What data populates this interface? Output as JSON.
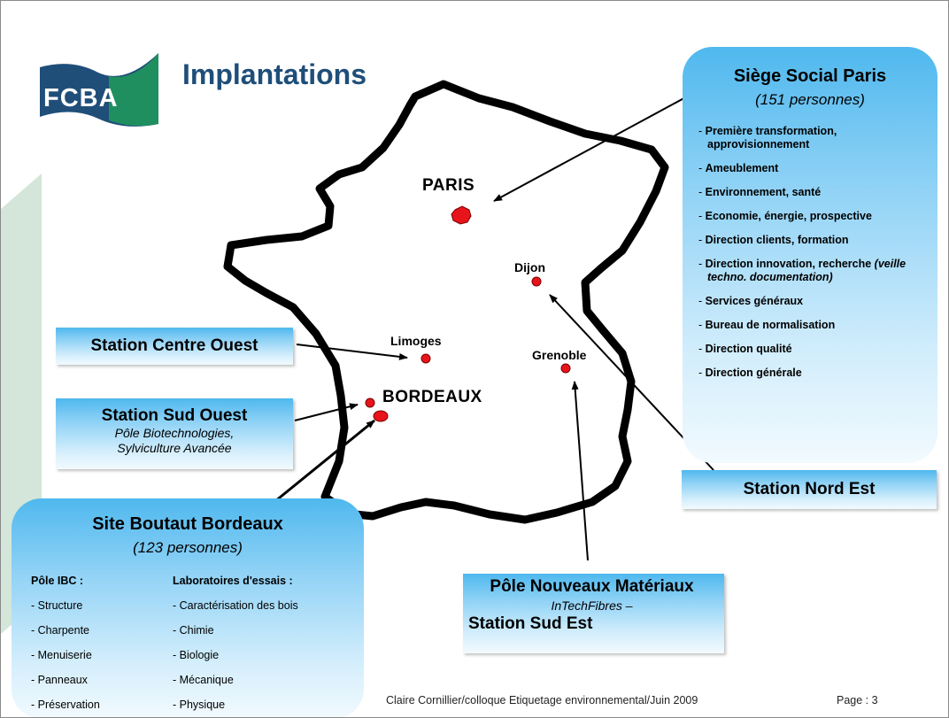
{
  "logo": {
    "text": "FCBA",
    "colors": {
      "green": "#1f8f5f",
      "blue": "#1f4e79",
      "light_green": "#cfe3d5"
    }
  },
  "title": "Implantations",
  "cities": {
    "paris": "PARIS",
    "dijon": "Dijon",
    "limoges": "Limoges",
    "grenoble": "Grenoble",
    "bordeaux": "BORDEAUX"
  },
  "siege_paris": {
    "title": "Siège Social Paris",
    "subtitle": "(151 personnes)",
    "items": [
      "Première transformation, approvisionnement",
      "Ameublement",
      "Environnement, santé",
      "Economie, énergie, prospective",
      "Direction clients, formation",
      "Direction innovation, recherche",
      "Services généraux",
      "Bureau de normalisation",
      "Direction qualité",
      "Direction générale"
    ],
    "item_italic_suffix": "(veille techno. documentation)"
  },
  "station_nord_est": {
    "label": "Station Nord Est"
  },
  "station_centre_ouest": {
    "label": "Station Centre Ouest"
  },
  "station_sud_ouest": {
    "label": "Station Sud Ouest",
    "sub_1": "Pôle Biotechnologies,",
    "sub_2": "Sylviculture Avancée"
  },
  "site_boutaut": {
    "title": "Site Boutaut Bordeaux",
    "subtitle": "(123 personnes)",
    "pole_ibc": {
      "heading": "Pôle IBC :",
      "items": [
        "- Structure",
        "- Charpente",
        "- Menuiserie",
        "- Panneaux",
        "- Préservation"
      ]
    },
    "laboratoires": {
      "heading": "Laboratoires d'essais :",
      "items": [
        "- Caractérisation des bois",
        "- Chimie",
        "- Biologie",
        "- Mécanique",
        "- Physique"
      ]
    }
  },
  "pole_nouveaux_materiaux": {
    "line1": "Pôle Nouveaux Matériaux",
    "line2": "InTechFibres –",
    "line3": "Station Sud Est"
  },
  "footer": {
    "author": "Claire Cornillier/colloque Etiquetage environnemental/Juin 2009",
    "page": "Page : 3"
  },
  "colors": {
    "marker": "#e8141b",
    "box_top": "#4fb8ee",
    "box_bottom": "#f2fafe"
  }
}
